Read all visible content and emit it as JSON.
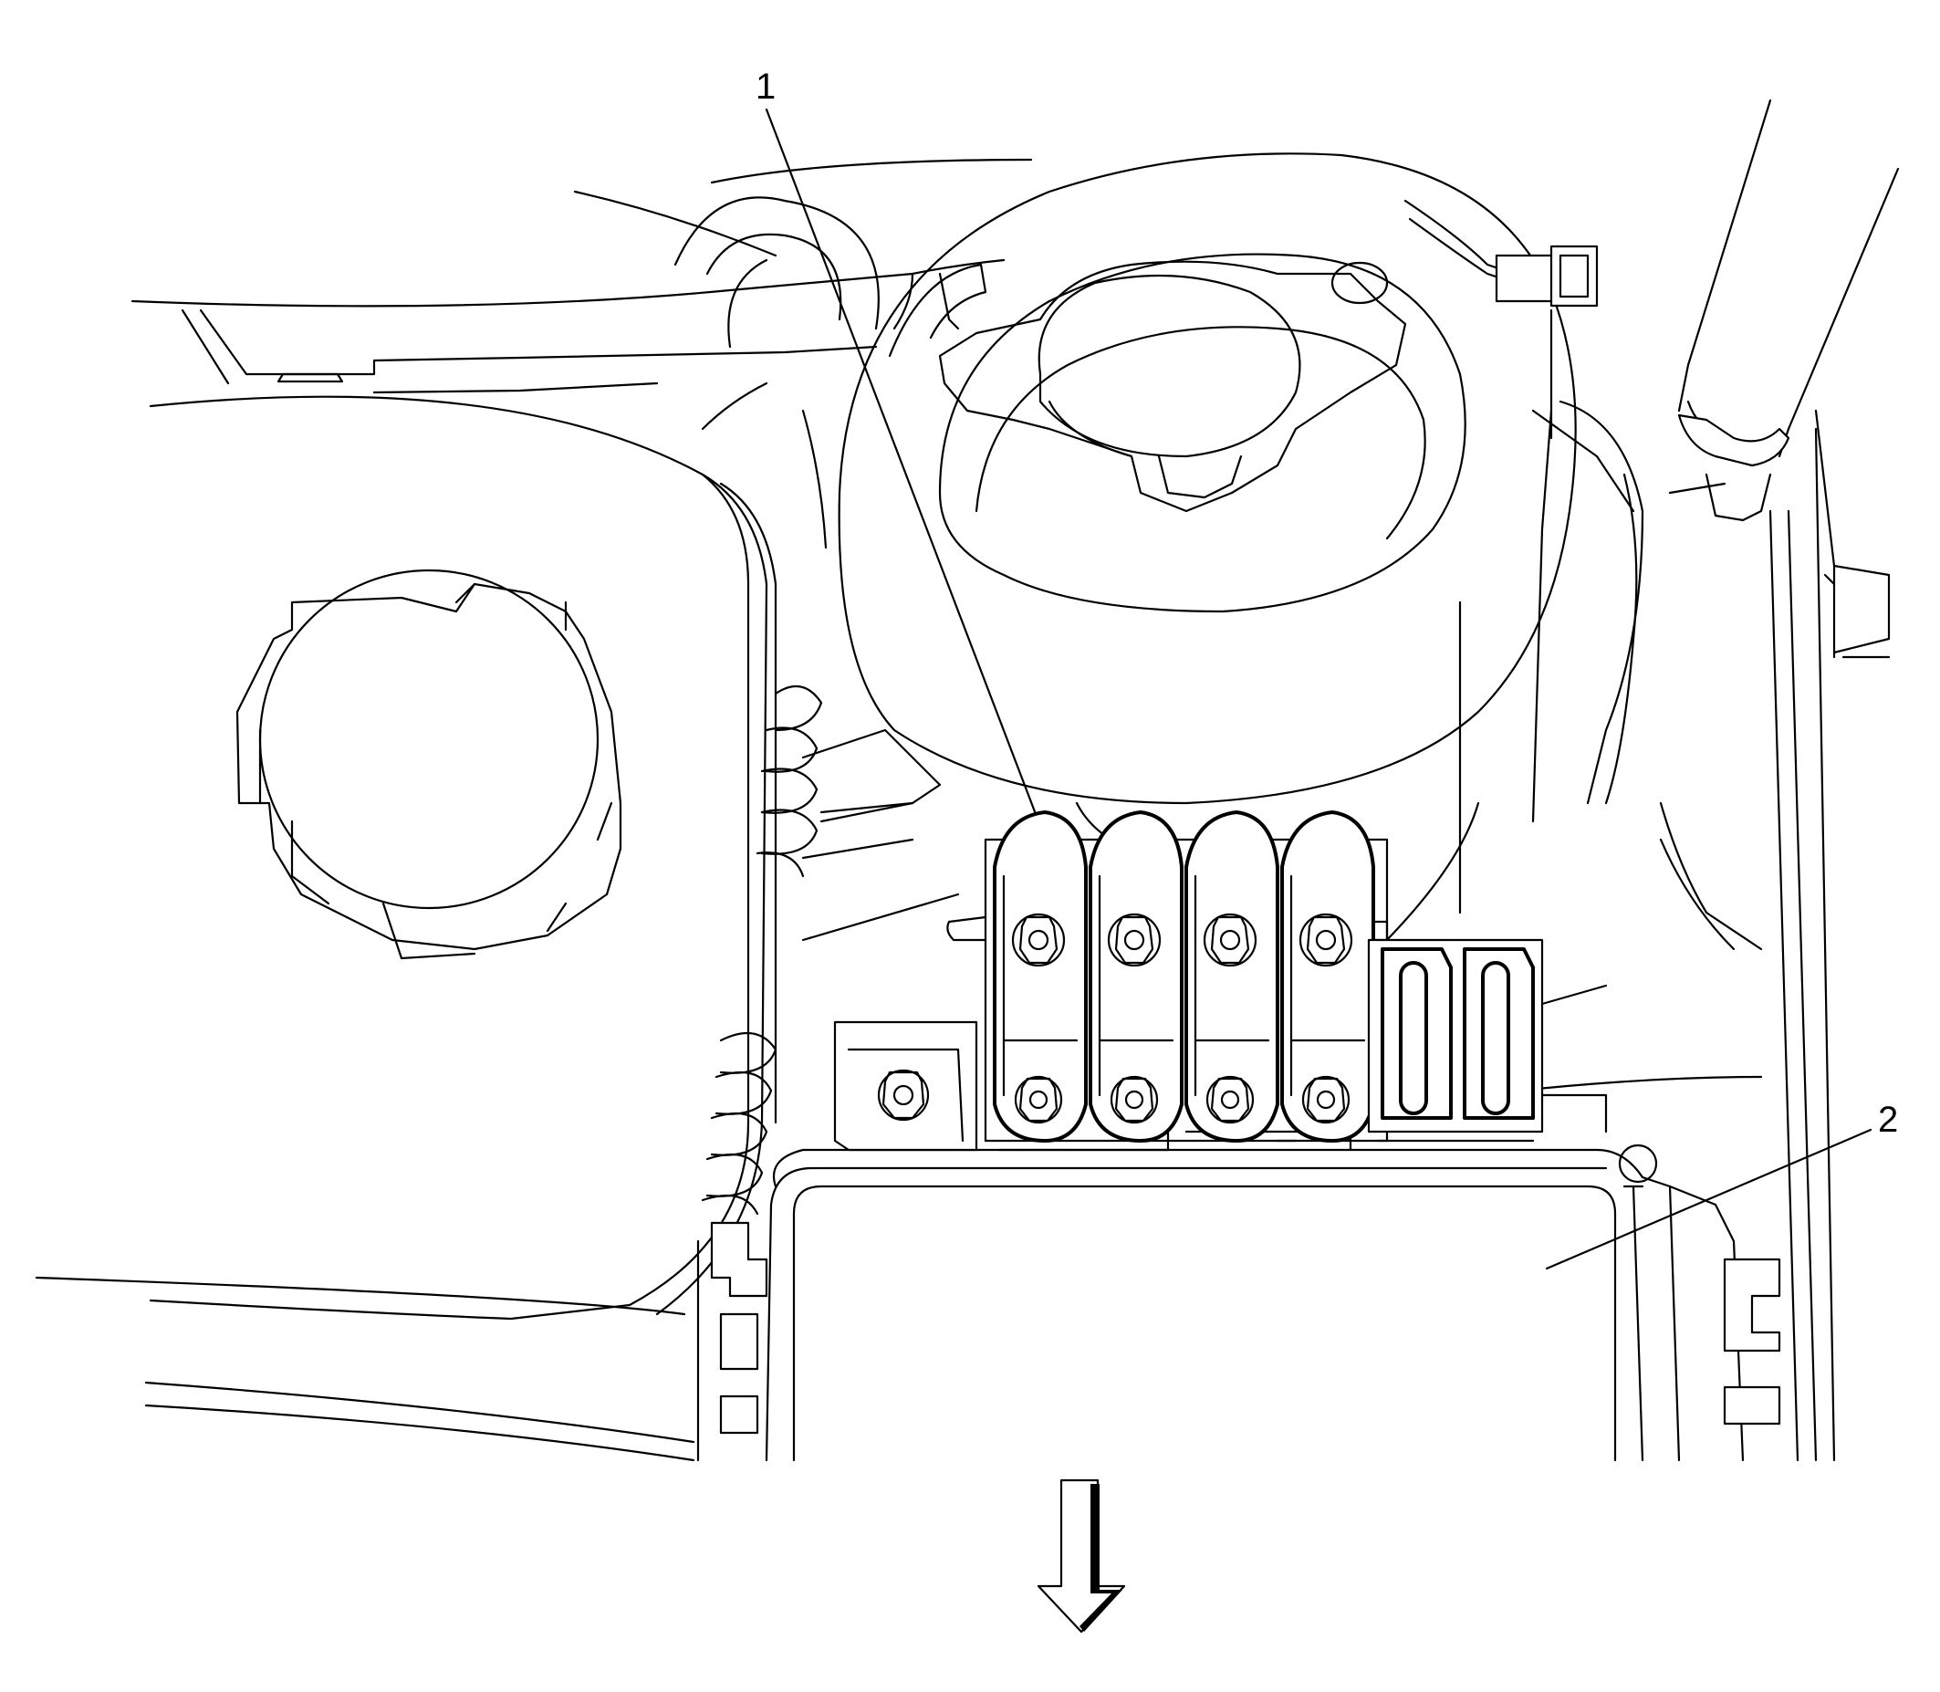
{
  "callouts": [
    {
      "id": "1",
      "label": "1"
    },
    {
      "id": "2",
      "label": "2"
    }
  ],
  "icons": {
    "direction_arrow": "down-arrow-icon"
  },
  "colors": {
    "stroke": "#000000",
    "background": "#ffffff"
  }
}
